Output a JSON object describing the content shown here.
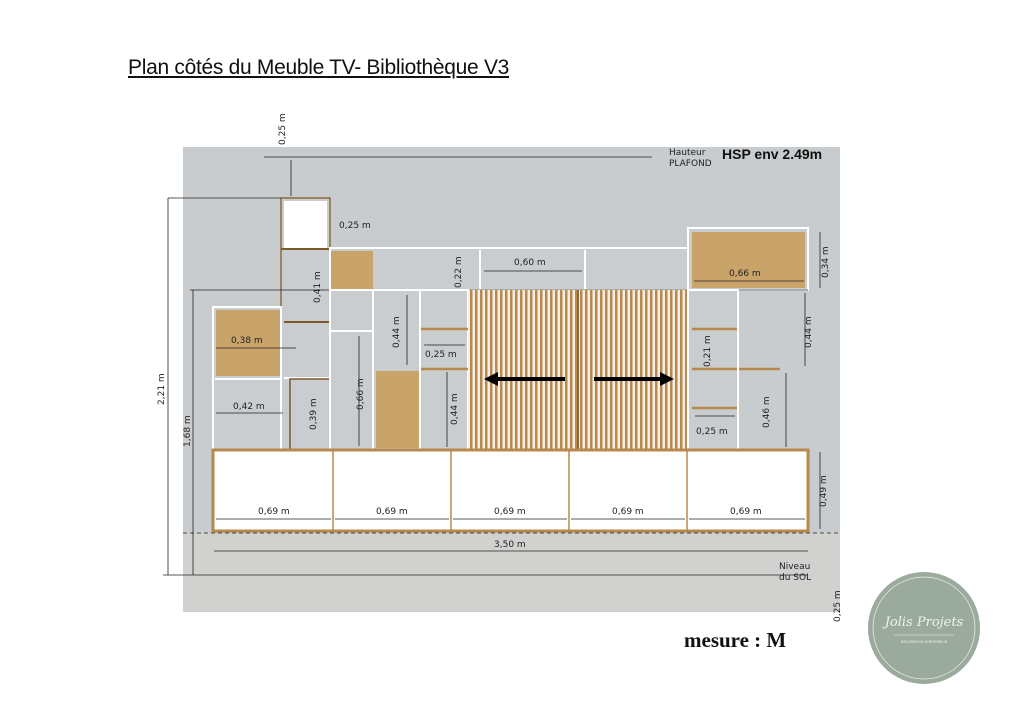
{
  "title": "Plan côtés du Meuble TV- Bibliothèque V3",
  "ceiling": {
    "label_line1": "Hauteur",
    "label_line2": "PLAFOND",
    "hsp": "HSP env 2.49m"
  },
  "floor": {
    "label_line1": "Niveau",
    "label_line2": "du SOL"
  },
  "dimensions": {
    "top_gap": "0,25 m",
    "top_cell_width": "0,25 m",
    "col_041": "0,41 m",
    "upper_022": "0,22 m",
    "upper_060": "0,60 m",
    "right_box_066": "0,66 m",
    "right_box_034": "0,34 m",
    "left_box_038": "0,38 m",
    "left_042": "0,42 m",
    "col_039": "0,39 m",
    "col_066": "0,66 m",
    "col_044_top": "0,44 m",
    "col_044_bottom": "0,44 m",
    "niche_025_left": "0,25 m",
    "right_044": "0,44 m",
    "right_021": "0,21 m",
    "right_046": "0,46 m",
    "right_025": "0,25 m",
    "base_049": "0,49 m",
    "drawers": [
      "0,69 m",
      "0,69 m",
      "0,69 m",
      "0,69 m",
      "0,69 m"
    ],
    "total_width": "3,50 m",
    "total_height": "2,21 m",
    "height_168": "1,68 m",
    "floor_025": "0,25 m"
  },
  "units": "mesure :  M",
  "logo": {
    "name": "Jolis Projets",
    "subtitle": "DÉCORATION D'INTÉRIEUR",
    "color": "#9aaa9c"
  }
}
